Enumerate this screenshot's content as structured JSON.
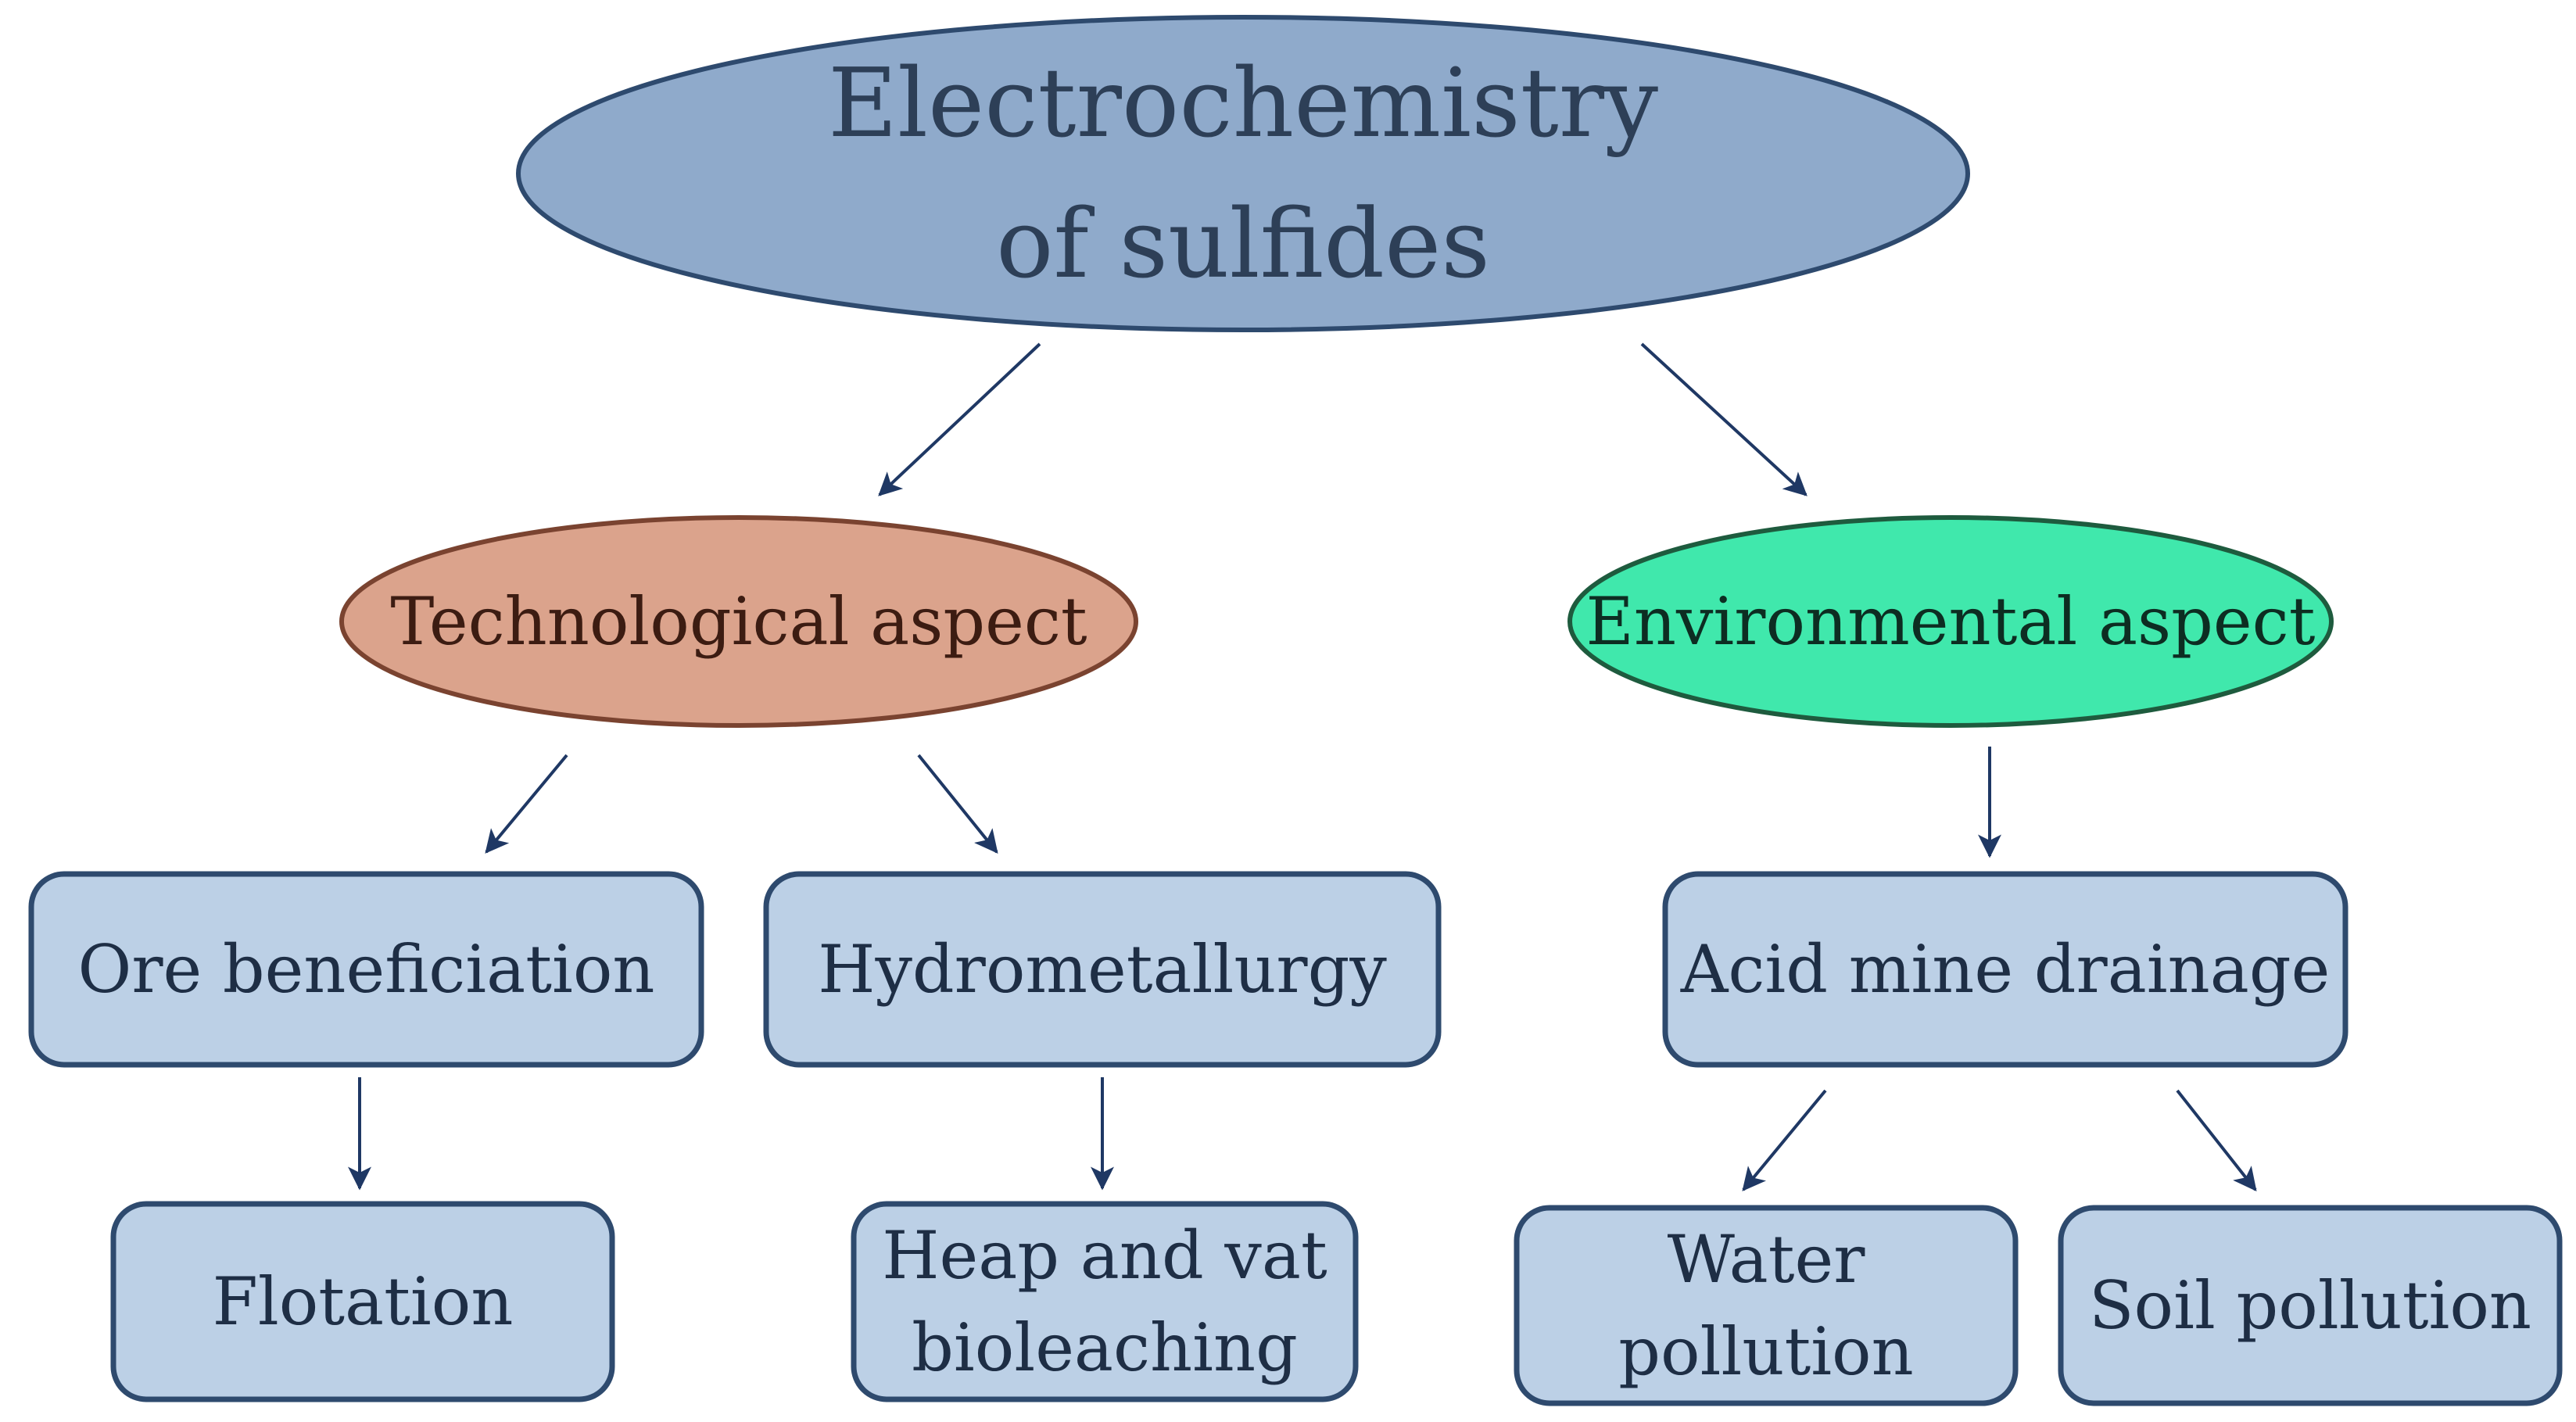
{
  "colors": {
    "arrow": "#1f3864",
    "node_stroke": "#2e4a6e",
    "root_fill": "#8faacb",
    "box_fill": "#bcd0e6",
    "technological_fill": "#dba38c",
    "technological_stroke": "#7a4330",
    "environmental_fill": "#40e8ac",
    "environmental_stroke": "#1e5b3e",
    "root_text": "#2d3f57",
    "technological_text": "#3c1c12",
    "environmental_text": "#0d2d22",
    "box_text": "#1e2e45"
  },
  "nodes": {
    "root": {
      "lines": [
        "Electrochemistry",
        "of sulfides"
      ]
    },
    "technological": {
      "lines": [
        "Technological aspect"
      ]
    },
    "environmental": {
      "lines": [
        "Environmental aspect"
      ]
    },
    "ore": {
      "lines": [
        "Ore beneficiation"
      ]
    },
    "hydro": {
      "lines": [
        "Hydrometallurgy"
      ]
    },
    "amd": {
      "lines": [
        "Acid mine drainage"
      ]
    },
    "flotation": {
      "lines": [
        "Flotation"
      ]
    },
    "heap": {
      "lines": [
        "Heap and vat",
        "bioleaching"
      ]
    },
    "water": {
      "lines": [
        "Water",
        "pollution"
      ]
    },
    "soil": {
      "lines": [
        "Soil pollution"
      ]
    }
  },
  "edges": [
    [
      "root",
      "technological"
    ],
    [
      "root",
      "environmental"
    ],
    [
      "technological",
      "ore"
    ],
    [
      "technological",
      "hydro"
    ],
    [
      "environmental",
      "amd"
    ],
    [
      "ore",
      "flotation"
    ],
    [
      "hydro",
      "heap"
    ],
    [
      "amd",
      "water"
    ],
    [
      "amd",
      "soil"
    ]
  ]
}
